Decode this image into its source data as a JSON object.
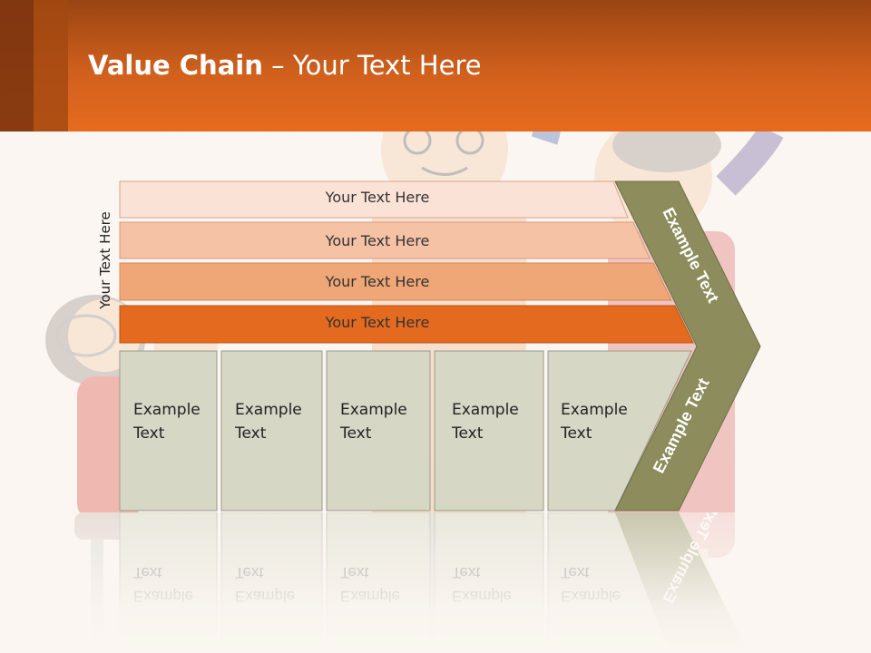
{
  "title": {
    "bold": "Value Chain",
    "rest": " – Your Text Here"
  },
  "side_label": "Your Text Here",
  "bars": [
    {
      "label": "Your Text Here",
      "color": "#fbe2d6"
    },
    {
      "label": "Your Text Here",
      "color": "#f5c2a6"
    },
    {
      "label": "Your Text Here",
      "color": "#efa777"
    },
    {
      "label": "Your Text Here",
      "color": "#e46a1f"
    }
  ],
  "boxes": [
    {
      "line1": "Example",
      "line2": "Text"
    },
    {
      "line1": "Example",
      "line2": "Text"
    },
    {
      "line1": "Example",
      "line2": "Text"
    },
    {
      "line1": "Example",
      "line2": "Text"
    },
    {
      "line1": "Example",
      "line2": "Text"
    }
  ],
  "chevron": {
    "top_label": "Example Text",
    "bottom_label": "Example Text",
    "color": "#8c8c5c"
  },
  "colors": {
    "box_fill": "#d6d7c5",
    "box_stroke": "#9a9a8a",
    "header": "#e66b1f"
  }
}
